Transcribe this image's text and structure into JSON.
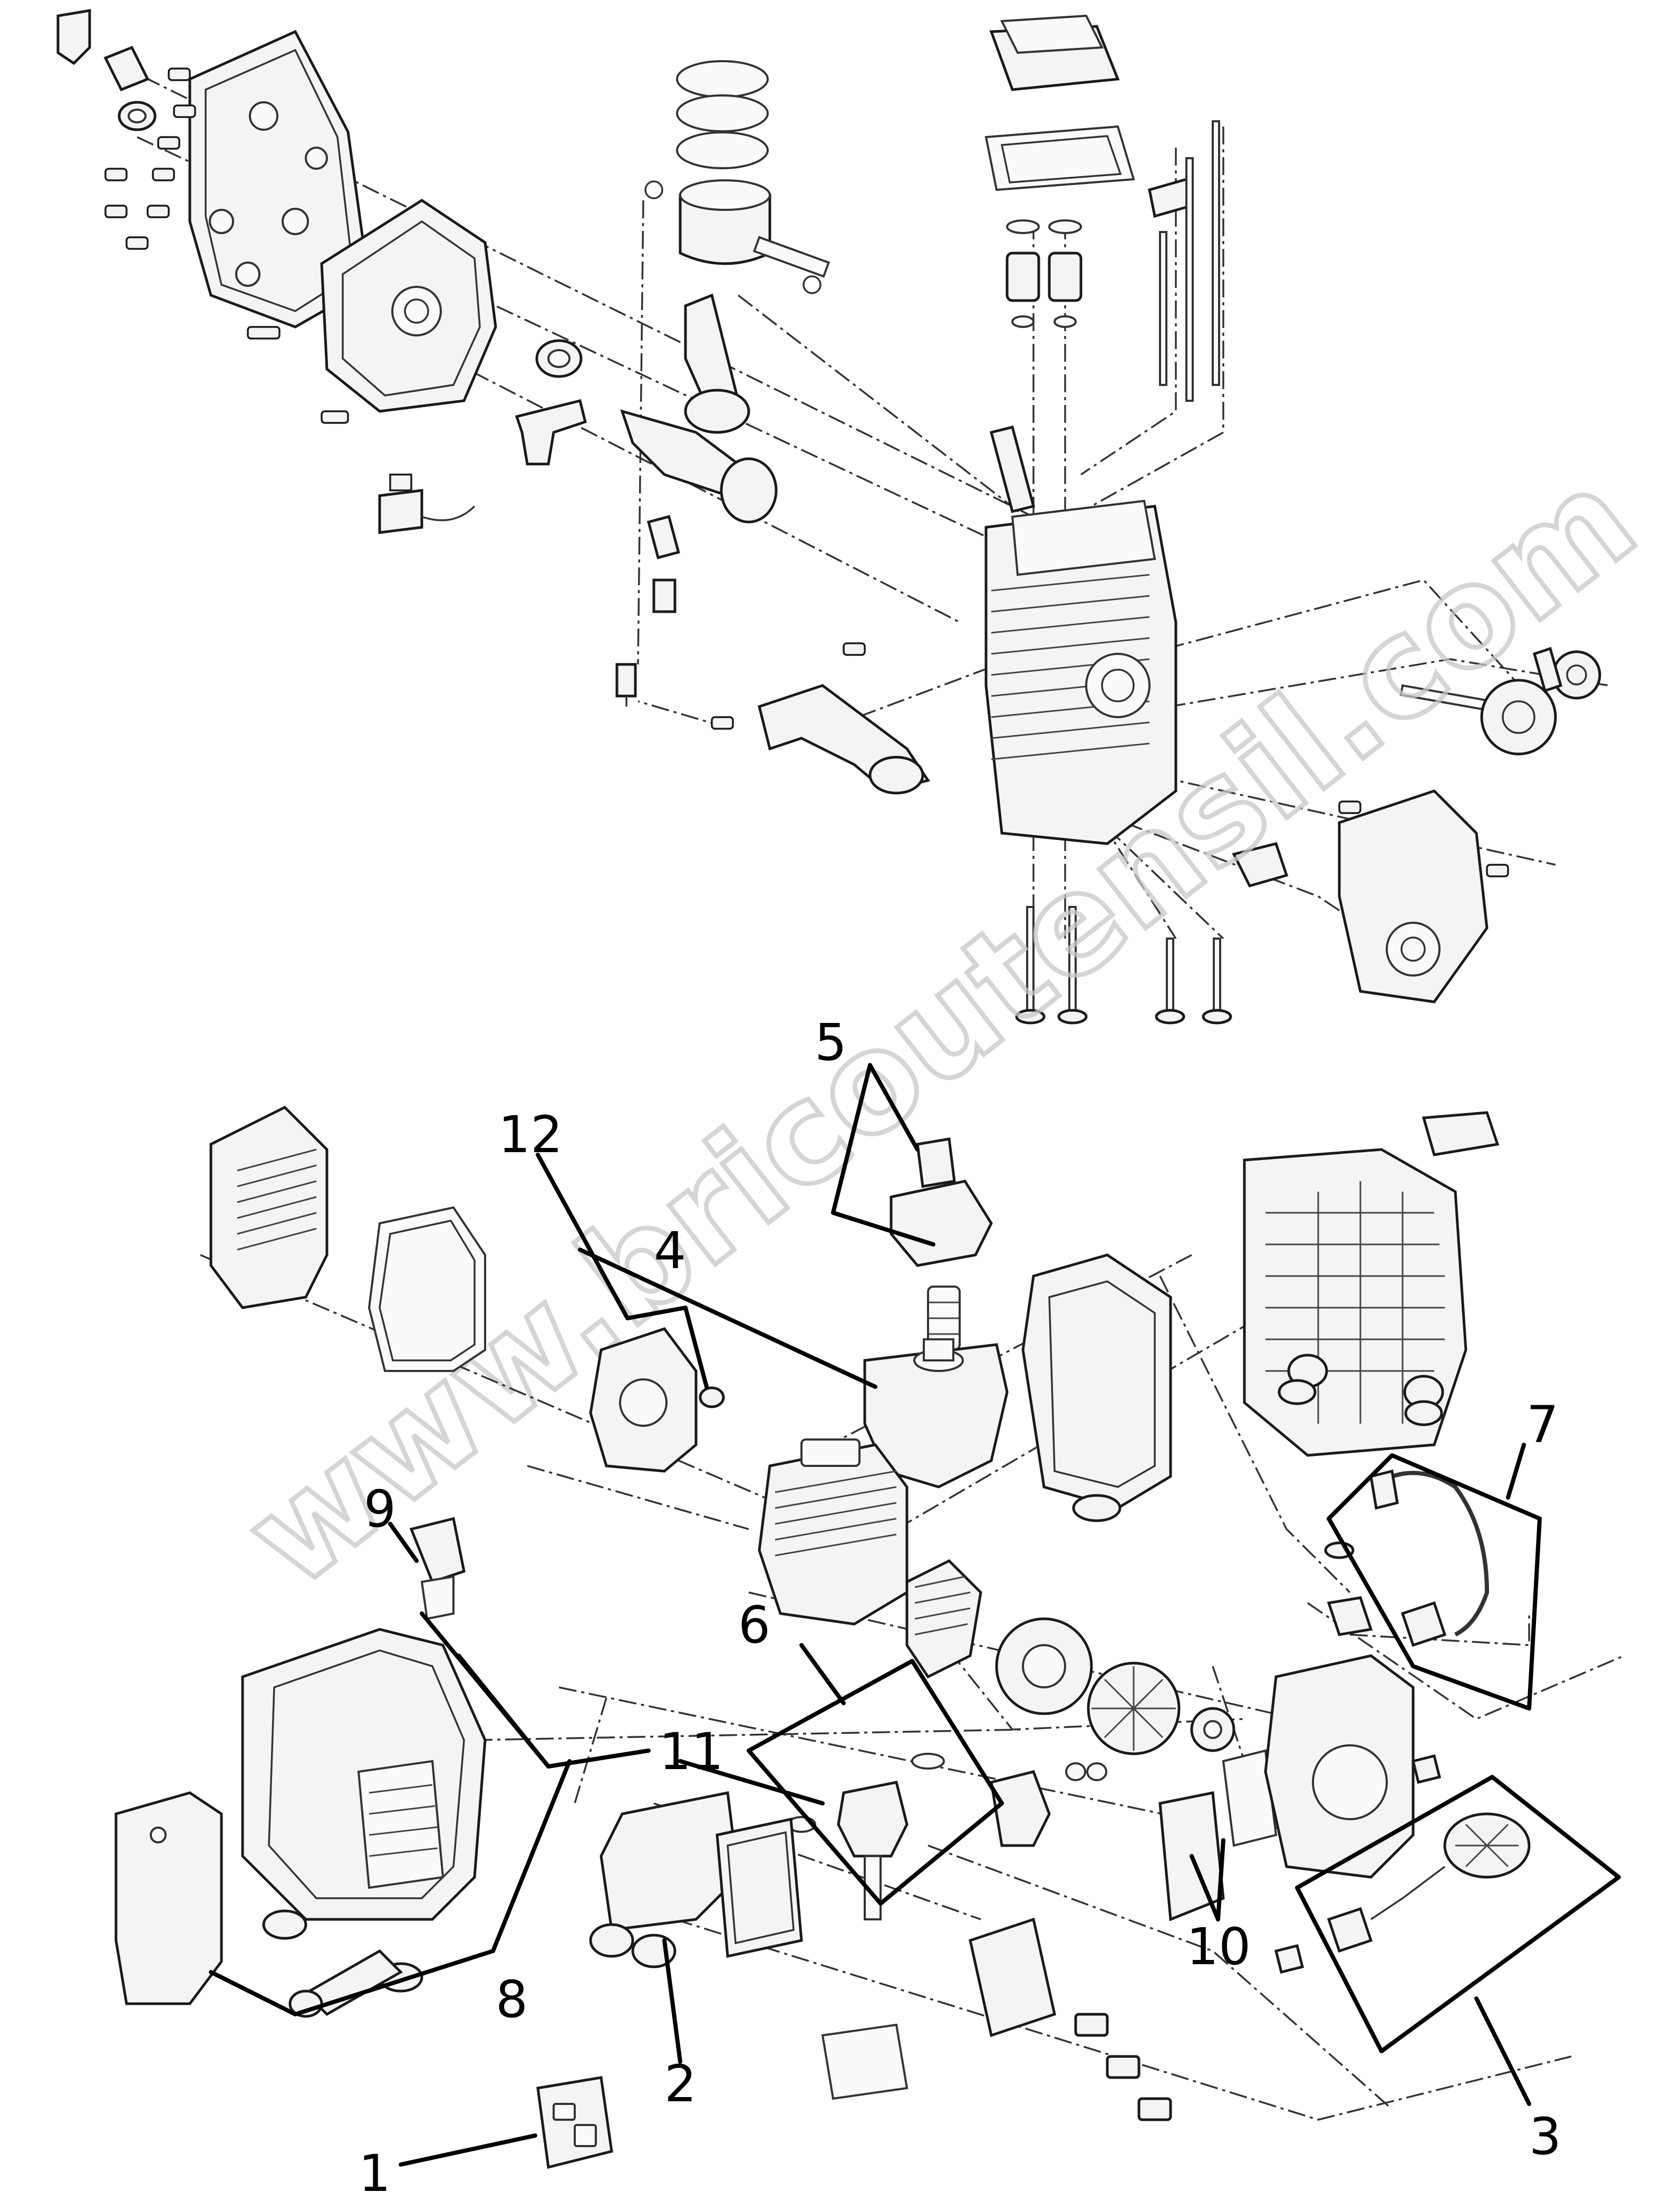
{
  "watermark": "www.bricoutensil.com",
  "callouts": [
    "1",
    "2",
    "3",
    "4",
    "5",
    "6",
    "7",
    "8",
    "9",
    "10",
    "11",
    "12"
  ]
}
